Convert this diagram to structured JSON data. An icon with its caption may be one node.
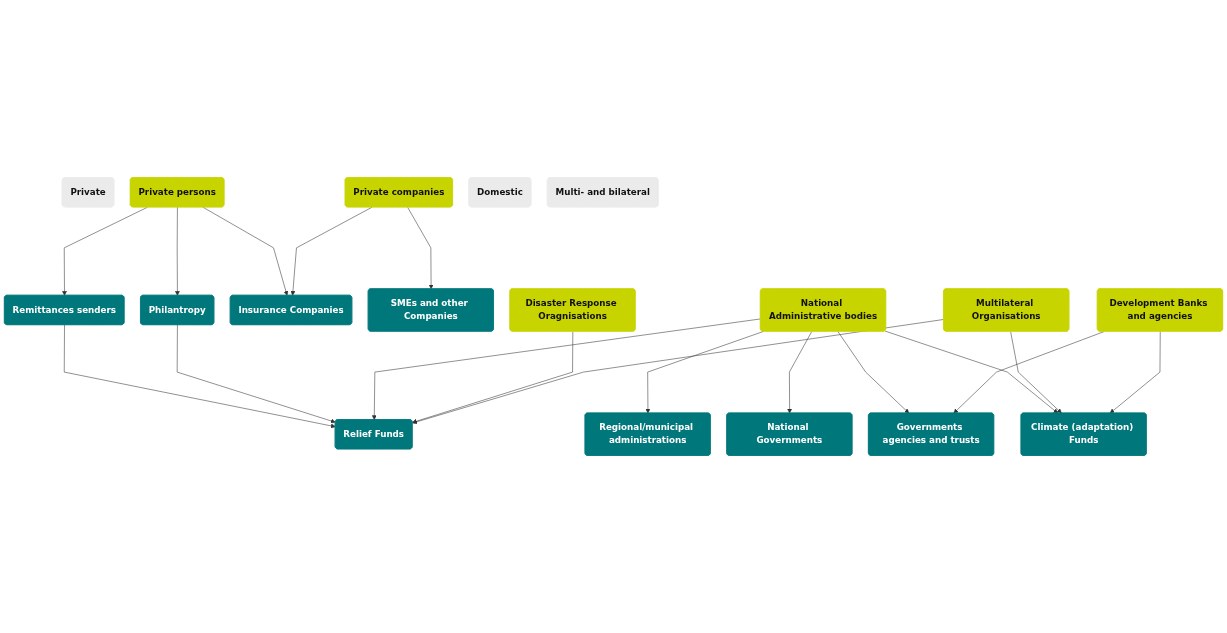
{
  "diagram": {
    "nodes": [
      {
        "text": [
          "Private"
        ]
      },
      {
        "text": [
          "Private persons"
        ]
      },
      {
        "text": [
          "Private companies"
        ]
      },
      {
        "text": [
          "Remittances senders"
        ]
      },
      {
        "text": [
          "Philantropy"
        ]
      },
      {
        "text": [
          "Insurance Companies"
        ]
      },
      {
        "text": [
          "SMEs and other Companies"
        ]
      },
      {
        "text": [
          "Regional/municipal administrations"
        ]
      },
      {
        "text": [
          "National Governments"
        ]
      },
      {
        "text": [
          "National Administrative bodies"
        ]
      },
      {
        "text": [
          "Domestic"
        ]
      },
      {
        "text": [
          "Governments agencies and trusts"
        ]
      },
      {
        "text": [
          "Relief Funds"
        ]
      },
      {
        "text": [
          "Climate (adaptation) Funds"
        ]
      },
      {
        "text": [
          "Disaster Response Oragnisations"
        ]
      },
      {
        "text": [
          "Multilateral Organisations"
        ]
      },
      {
        "text": [
          "Development Banks and agencies"
        ]
      },
      {
        "text": [
          "Multi- and bilateral"
        ]
      }
    ],
    "edges": [
      {
        "from": 1,
        "to": 3,
        "arrow": "to"
      },
      {
        "from": 1,
        "to": 4,
        "arrow": "to"
      },
      {
        "from": 1,
        "to": 5,
        "arrow": "to"
      },
      {
        "from": 2,
        "to": 5,
        "arrow": "to"
      },
      {
        "from": 2,
        "to": 6,
        "arrow": "to"
      },
      {
        "from": 3,
        "to": 12,
        "arrow": "to"
      },
      {
        "from": 4,
        "to": 12,
        "arrow": "to"
      },
      {
        "from": 9,
        "to": 7,
        "arrow": "to"
      },
      {
        "from": 9,
        "to": 8,
        "arrow": "to"
      },
      {
        "from": 9,
        "to": 11,
        "arrow": "to"
      },
      {
        "from": 9,
        "to": 12,
        "arrow": "to"
      },
      {
        "from": 9,
        "to": 13,
        "arrow": "to"
      },
      {
        "from": 14,
        "to": 12,
        "arrow": "to"
      },
      {
        "from": 15,
        "to": 12,
        "arrow": "to"
      },
      {
        "from": 15,
        "to": 13,
        "arrow": "to"
      },
      {
        "from": 16,
        "to": 13,
        "arrow": "to"
      },
      {
        "from": 16,
        "to": 11,
        "arrow": "to"
      }
    ]
  }
}
